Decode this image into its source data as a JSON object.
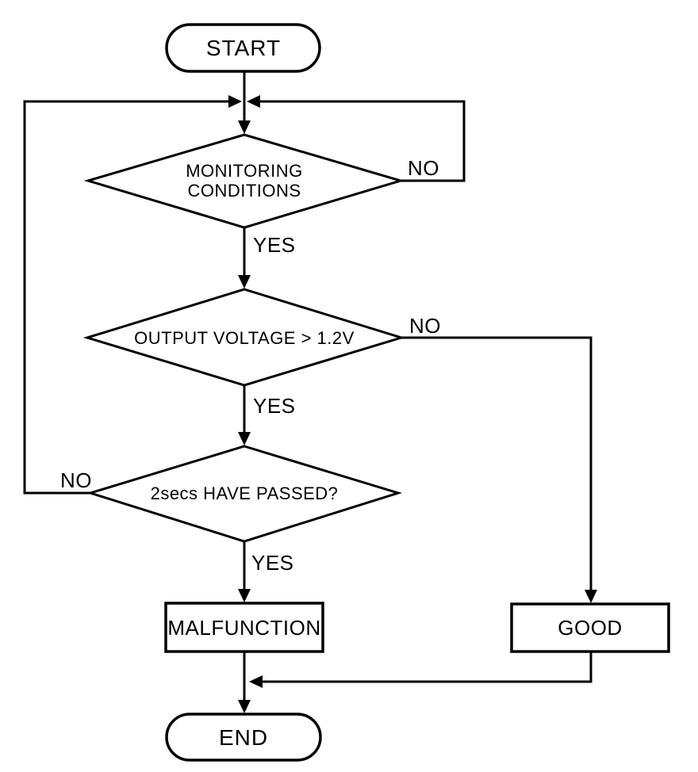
{
  "colors": {
    "background": "#ffffff",
    "line": "#000000"
  },
  "flowchart": {
    "nodes": {
      "start": {
        "label": "START"
      },
      "monitoring": {
        "line1": "MONITORING",
        "line2": "CONDITIONS"
      },
      "voltage": {
        "label": "OUTPUT VOLTAGE > 1.2V"
      },
      "passed": {
        "label": "2secs HAVE PASSED?"
      },
      "malfunction": {
        "label": "MALFUNCTION"
      },
      "good": {
        "label": "GOOD"
      },
      "end": {
        "label": "END"
      }
    },
    "edge_labels": {
      "monitoring_no": "NO",
      "monitoring_yes": "YES",
      "voltage_no": "NO",
      "voltage_yes": "YES",
      "passed_no": "NO",
      "passed_yes": "YES"
    }
  }
}
